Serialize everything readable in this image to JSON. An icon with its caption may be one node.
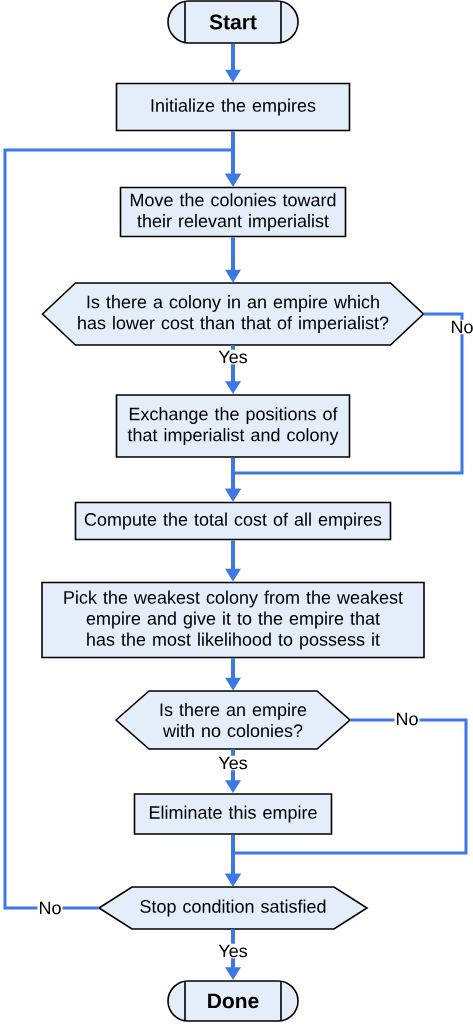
{
  "diagram": {
    "nodes": [
      {
        "text": [
          "Start"
        ]
      },
      {
        "text": [
          "Initialize the empires"
        ]
      },
      {
        "text": [
          "Move the colonies toward their relevant imperialist"
        ]
      },
      {
        "text": [
          "Is there a colony in an empire which has lower cost than that of imperialist?"
        ]
      },
      {
        "text": [
          "Exchange the positions of that imperialist and colony"
        ]
      },
      {
        "text": [
          "Compute the total cost of all empires"
        ]
      },
      {
        "text": [
          "Pick the weakest colony from the weakest empire and give it to the empire that has the most likelihood to possess it"
        ]
      },
      {
        "text": [
          "Is there an empire with no colonies?"
        ]
      },
      {
        "text": [
          "Eliminate this empire"
        ]
      },
      {
        "text": [
          "Stop condition satisfied"
        ]
      },
      {
        "text": [
          "Done"
        ]
      }
    ],
    "edges": [
      {
        "from": 0,
        "to": 1,
        "arrow": "to"
      },
      {
        "from": 1,
        "to": 2,
        "arrow": "to"
      },
      {
        "from": 2,
        "to": 3,
        "arrow": "to"
      },
      {
        "from": 3,
        "to": 4,
        "label": "Yes",
        "arrow": "to"
      },
      {
        "from": 3,
        "to": 5,
        "label": "No",
        "arrow": "to"
      },
      {
        "from": 4,
        "to": 5,
        "arrow": "to"
      },
      {
        "from": 5,
        "to": 6,
        "arrow": "to"
      },
      {
        "from": 6,
        "to": 7,
        "arrow": "to"
      },
      {
        "from": 7,
        "to": 8,
        "label": "Yes",
        "arrow": "to"
      },
      {
        "from": 7,
        "to": 9,
        "label": "No",
        "arrow": "to"
      },
      {
        "from": 8,
        "to": 9,
        "arrow": "to"
      },
      {
        "from": 9,
        "to": 10,
        "label": "Yes",
        "arrow": "to"
      },
      {
        "from": 9,
        "to": 2,
        "label": "No",
        "arrow": "to"
      }
    ]
  }
}
